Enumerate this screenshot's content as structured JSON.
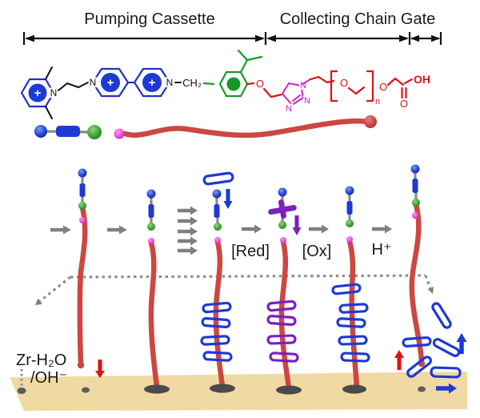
{
  "figure": {
    "header": {
      "pumping": "Pumping Cassette",
      "collecting": "Collecting Chain Gate"
    },
    "chemistry": {
      "N_labels": [
        "N",
        "N",
        "N",
        "N",
        "N",
        "N"
      ],
      "O_labels": [
        "O",
        "O",
        "O",
        "O"
      ],
      "plus_labels": [
        "+",
        "+",
        "+"
      ],
      "ch2": "CH₂",
      "oh": "OH",
      "repeat_subscript": "n"
    },
    "scene": {
      "red_label": "[Red]",
      "ox_label": "[Ox]",
      "proton_label": "H⁺",
      "surface_label_line1": "Zr-H₂O",
      "surface_label_line2": "/OH⁻"
    },
    "colors": {
      "blue": "#1d3ad6",
      "green_sphere": "#3fa63a",
      "chem_green": "#149929",
      "pink": "#ee4fd8",
      "chain_red": "#cd4742",
      "chem_red": "#e01111",
      "magenta": "#cc22cc",
      "purple": "#7d1fc0",
      "arrow_gray": "#7f7f7f",
      "stalk_gray": "#8c8c84",
      "surface": "#f0d9a2",
      "anchor_gray": "#4a4a4a",
      "dotted_gray": "#8f8f8f"
    }
  }
}
